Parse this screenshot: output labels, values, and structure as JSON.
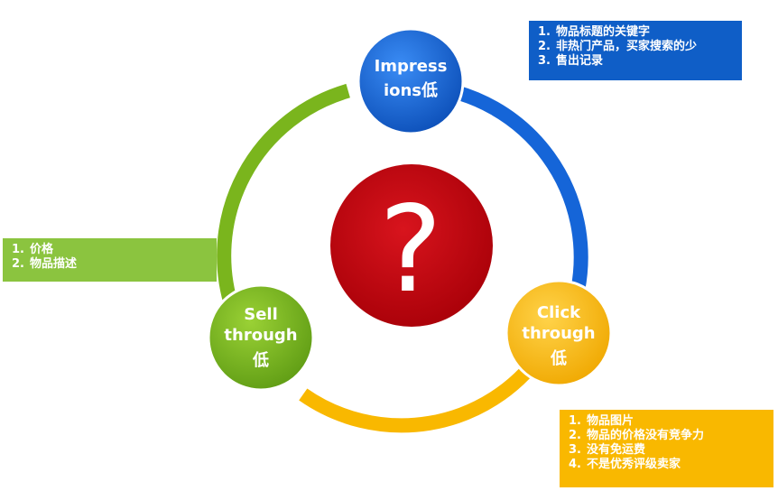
{
  "center": {
    "symbol": "?"
  },
  "nodes": {
    "impressions": {
      "line1": "Impress",
      "line2": "ions低",
      "color": "#1565d8"
    },
    "click_through": {
      "line1": "Click",
      "line2": "through",
      "line3": "低",
      "color": "#f9b800"
    },
    "sell_through": {
      "line1": "Sell",
      "line2": "through",
      "line3": "低",
      "color": "#7ab51d"
    }
  },
  "notes": {
    "impressions": {
      "color": "#0f5ec7",
      "items": [
        {
          "num": "1.",
          "text": "物品标题的关键字"
        },
        {
          "num": "2.",
          "text": "非热门产品，买家搜索的少"
        },
        {
          "num": "3.",
          "text": "售出记录"
        }
      ]
    },
    "sell_through": {
      "color": "#8bc43f",
      "items": [
        {
          "num": "1.",
          "text": "价格"
        },
        {
          "num": "2.",
          "text": "物品描述"
        }
      ]
    },
    "click_through": {
      "color": "#f9b800",
      "items": [
        {
          "num": "1.",
          "text": "物品图片"
        },
        {
          "num": "2.",
          "text": "物品的价格没有竞争力"
        },
        {
          "num": "3.",
          "text": "没有免运费"
        },
        {
          "num": "4.",
          "text": "不是优秀评级卖家"
        }
      ]
    }
  },
  "colors": {
    "center_red": "#c4000b",
    "ring_blue": "#1565d8",
    "ring_yellow": "#f9b800",
    "ring_green": "#7ab51d"
  }
}
